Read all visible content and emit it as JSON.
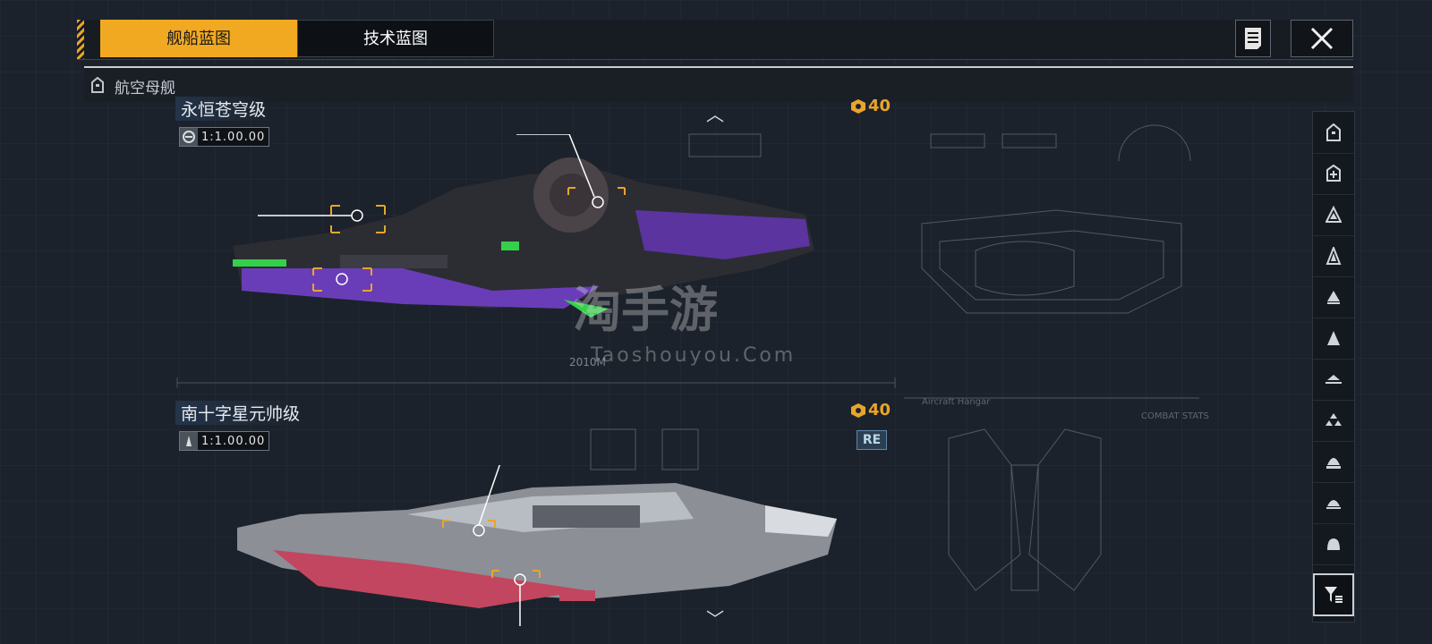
{
  "tabs": [
    {
      "label": "舰船蓝图",
      "active": true
    },
    {
      "label": "技术蓝图",
      "active": false
    }
  ],
  "category": {
    "label": "航空母舰"
  },
  "ships": [
    {
      "name": "永恒苍穹级",
      "ratio": "1:1.00.00",
      "cost": "40",
      "color": "#7b4bd0"
    },
    {
      "name": "南十字星元帅级",
      "ratio": "1:1.00.00",
      "cost": "40",
      "badge": "RE",
      "color": "#c2465f"
    }
  ],
  "scale_label": "2010M",
  "watermark": {
    "text": "淘手游",
    "sub": "Taoshouyou.Com"
  },
  "blueprint_labels": {
    "hangar": "Aircraft Hangar",
    "combat": "COMBAT STATS"
  },
  "sidebar_icons": [
    "carrier-icon",
    "support-icon",
    "battlecruiser-icon",
    "destroyer-icon",
    "frigate-icon",
    "corvette-icon",
    "fighter-icon",
    "squadron-icon",
    "station-icon",
    "dome-icon",
    "half-dome-icon"
  ],
  "colors": {
    "accent": "#f2a922",
    "cost": "#e9a52b",
    "badge": "#5d86a8"
  }
}
